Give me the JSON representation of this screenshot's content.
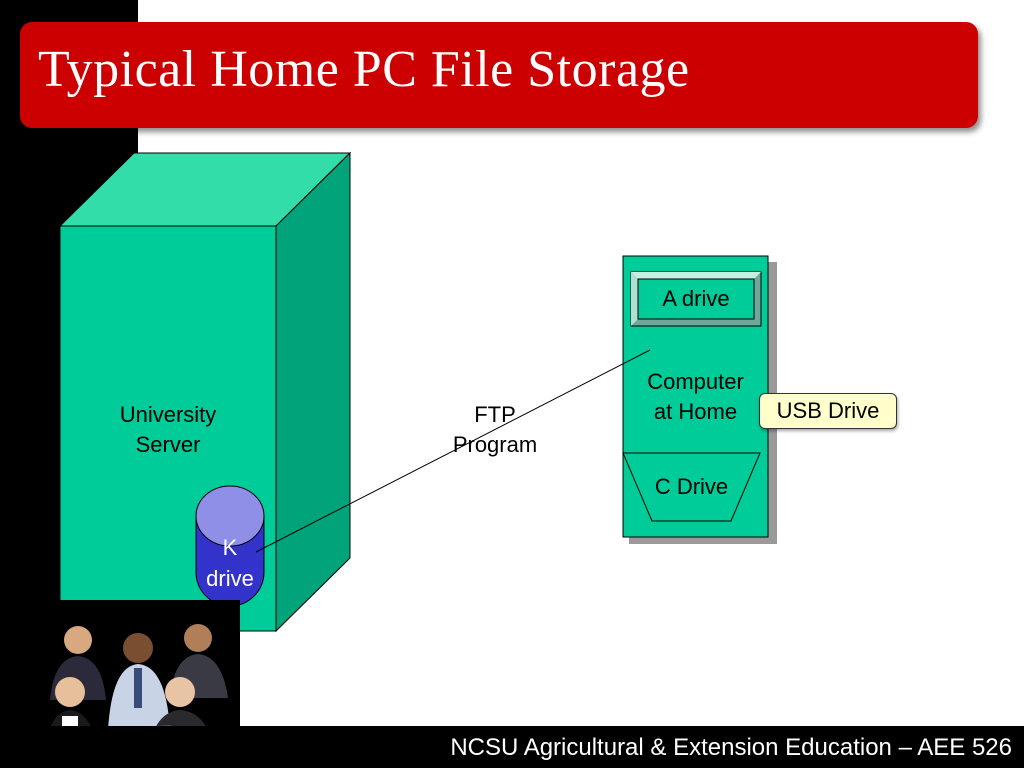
{
  "slide": {
    "title": "Typical Home PC File Storage",
    "footer": "NCSU Agricultural & Extension Education – AEE 526"
  },
  "server": {
    "label_line1": "University",
    "label_line2": "Server",
    "k_drive_line1": "K",
    "k_drive_line2": "drive"
  },
  "ftp": {
    "label_line1": "FTP",
    "label_line2": "Program"
  },
  "home_pc": {
    "a_drive": "A drive",
    "label_line1": "Computer",
    "label_line2": "at Home",
    "c_drive": "C Drive",
    "usb_drive": "USB Drive"
  },
  "colors": {
    "title_banner": "#cc0000",
    "server_front": "#00cc99",
    "server_top": "#33ddaa",
    "server_side": "#00a37a",
    "k_drive_top": "#8f8fe8",
    "k_drive_body": "#3333cc",
    "usb_fill": "#ffffcc"
  }
}
